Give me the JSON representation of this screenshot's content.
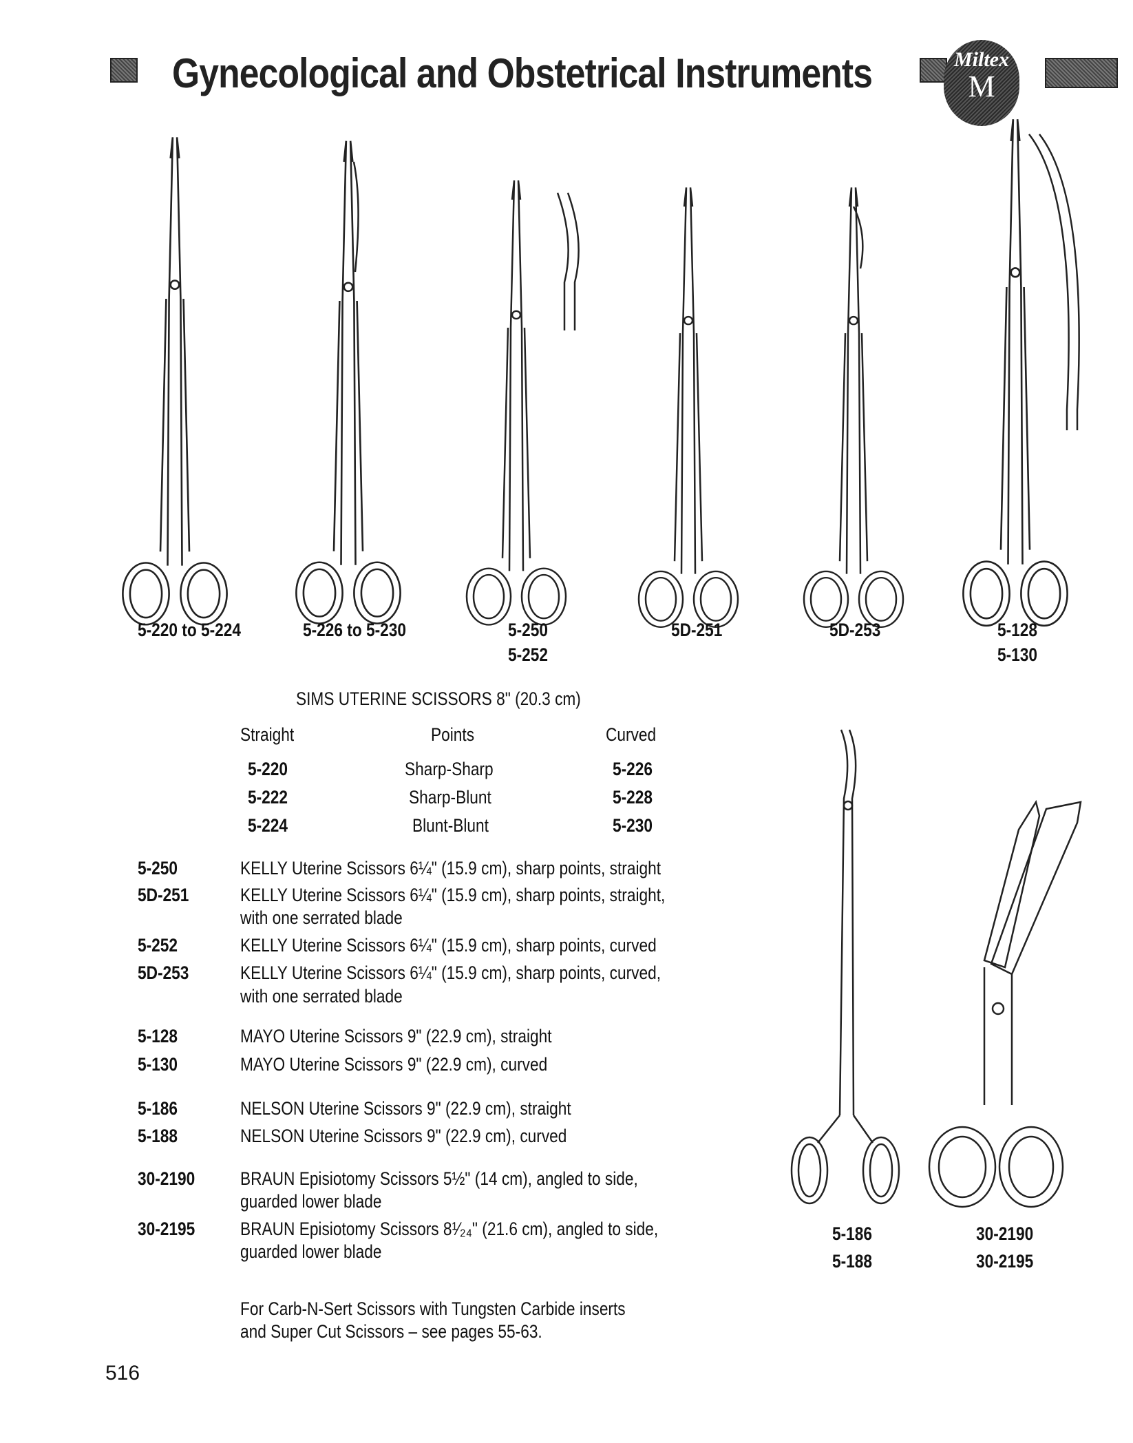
{
  "header": {
    "title": "Gynecological and Obstetrical Instruments",
    "logo_text": "Miltex",
    "logo_letter": "M"
  },
  "figures_top": [
    {
      "labels": [
        "5-220 to 5-224"
      ]
    },
    {
      "labels": [
        "5-226 to 5-230"
      ]
    },
    {
      "labels": [
        "5-250",
        "5-252"
      ]
    },
    {
      "labels": [
        "5D-251"
      ]
    },
    {
      "labels": [
        "5D-253"
      ]
    },
    {
      "labels": [
        "5-128",
        "5-130"
      ]
    }
  ],
  "figures_bottom": [
    {
      "labels": [
        "5-186",
        "5-188"
      ]
    },
    {
      "labels": [
        "30-2190",
        "30-2195"
      ]
    }
  ],
  "sims": {
    "heading": "SIMS UTERINE SCISSORS 8\" (20.3 cm)",
    "columns": [
      "Straight",
      "Points",
      "Curved"
    ],
    "rows": [
      [
        "5-220",
        "Sharp-Sharp",
        "5-226"
      ],
      [
        "5-222",
        "Sharp-Blunt",
        "5-228"
      ],
      [
        "5-224",
        "Blunt-Blunt",
        "5-230"
      ]
    ]
  },
  "items": [
    {
      "code": "5-250",
      "lines": [
        "KELLY Uterine Scissors 6¼\" (15.9 cm), sharp points, straight"
      ]
    },
    {
      "code": "5D-251",
      "lines": [
        "KELLY Uterine Scissors 6¼\" (15.9 cm), sharp points, straight,",
        "with one serrated blade"
      ]
    },
    {
      "code": "5-252",
      "lines": [
        "KELLY Uterine Scissors 6¼\" (15.9 cm), sharp points, curved"
      ]
    },
    {
      "code": "5D-253",
      "lines": [
        "KELLY Uterine Scissors 6¼\" (15.9 cm), sharp points, curved,",
        "with one serrated blade"
      ]
    },
    {
      "code": "5-128",
      "lines": [
        "MAYO Uterine Scissors 9\" (22.9 cm), straight"
      ]
    },
    {
      "code": "5-130",
      "lines": [
        "MAYO Uterine Scissors 9\" (22.9 cm), curved"
      ]
    },
    {
      "code": "5-186",
      "lines": [
        "NELSON Uterine Scissors 9\" (22.9 cm), straight"
      ]
    },
    {
      "code": "5-188",
      "lines": [
        "NELSON Uterine Scissors 9\" (22.9 cm), curved"
      ]
    },
    {
      "code": "30-2190",
      "lines": [
        "BRAUN Episiotomy Scissors 5½\" (14 cm), angled to side,",
        "guarded lower blade"
      ]
    },
    {
      "code": "30-2195",
      "lines": [
        "BRAUN Episiotomy Scissors 8¹⁄₂₄\" (21.6 cm), angled to side,",
        "guarded lower blade"
      ]
    }
  ],
  "footnote": [
    "For Carb-N-Sert Scissors with Tungsten Carbide inserts",
    "and Super Cut Scissors – see pages 55-63."
  ],
  "page_number": "516"
}
